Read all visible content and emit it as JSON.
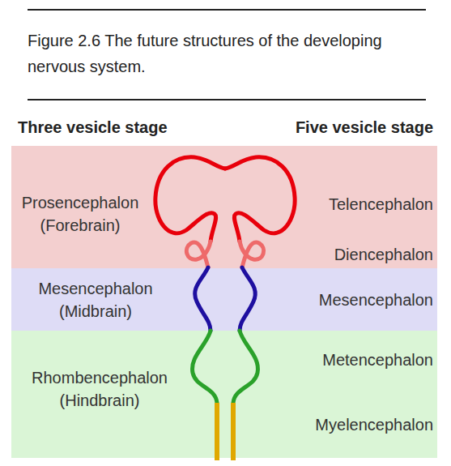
{
  "diagram": {
    "caption": "Figure 2.6 The future structures of the developing nervous system.",
    "nodes": [
      {
        "text": [
          "Prosencephalon (Forebrain)",
          "Telencephalon",
          "Diencephalon"
        ]
      },
      {
        "text": [
          "Mesencephalon (Midbrain)",
          "Mesencephalon"
        ]
      },
      {
        "text": [
          "Rhombencephalon (Hindbrain)",
          "Metencephalon",
          "Myelencephalon"
        ]
      }
    ],
    "labels": [
      "Three vesicle stage",
      "Five vesicle stage"
    ]
  }
}
